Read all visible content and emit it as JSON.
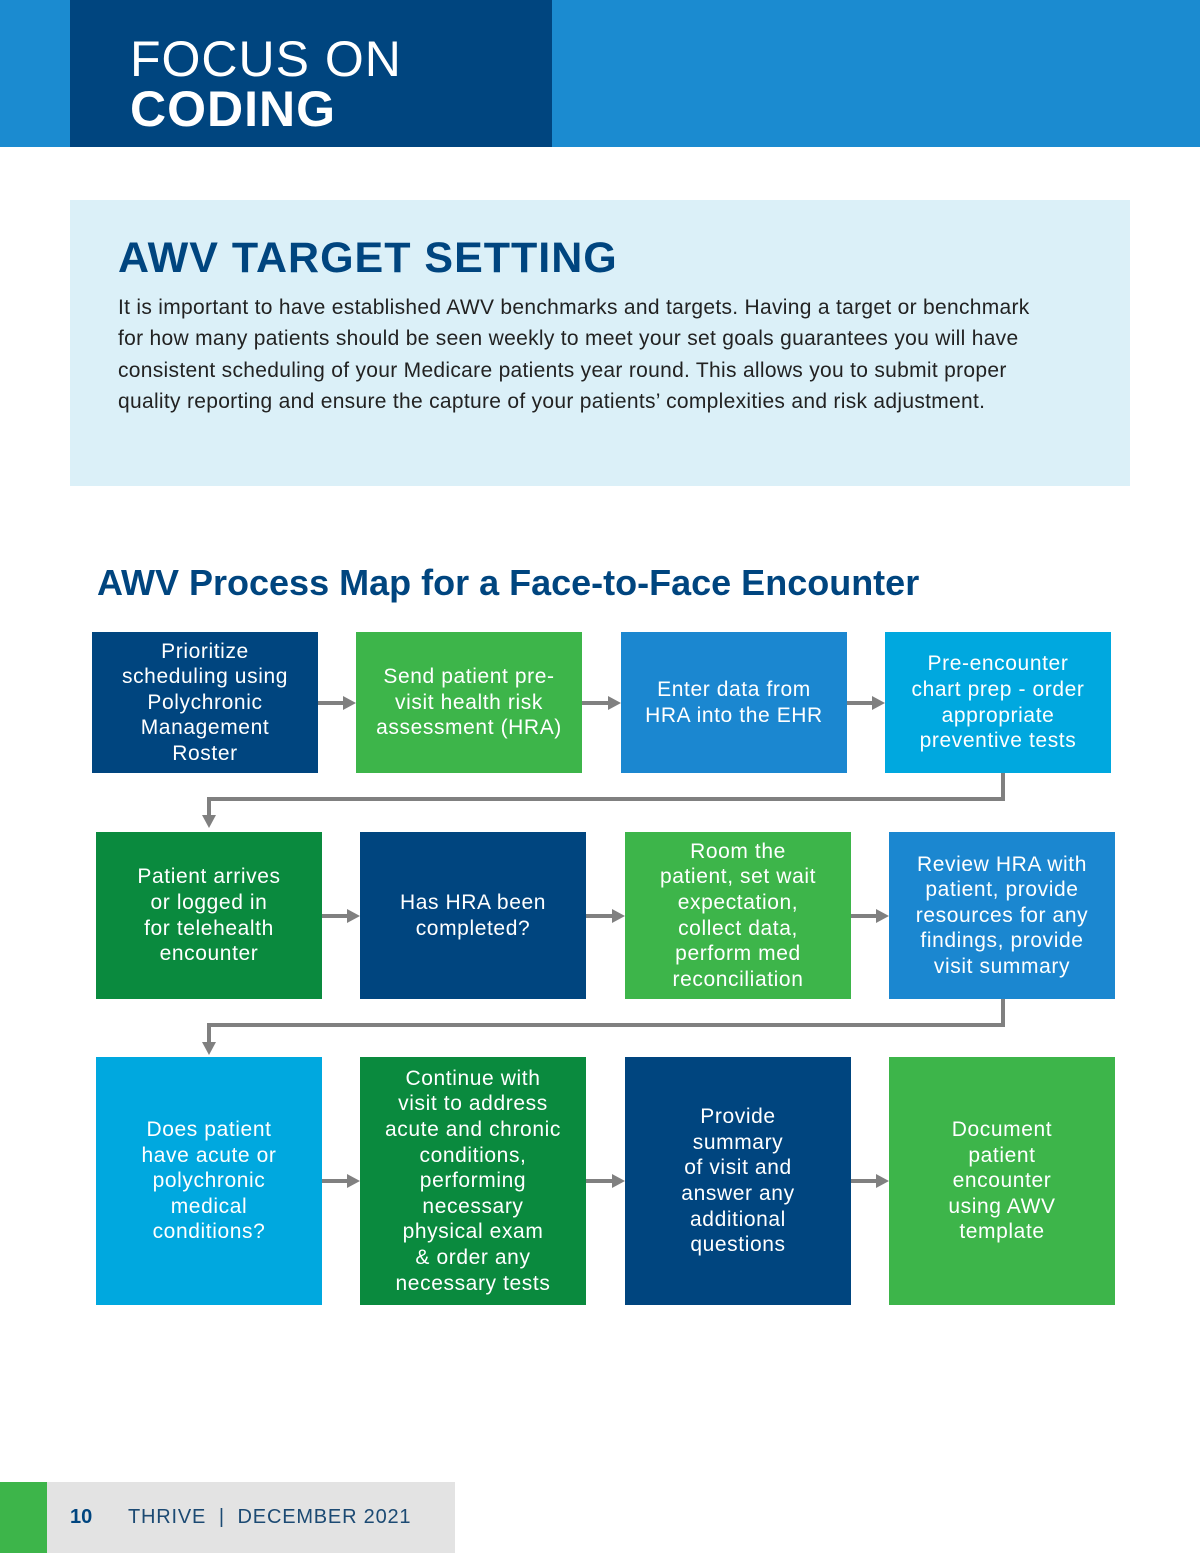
{
  "header": {
    "line1": "FOCUS ON",
    "line2": "CODING"
  },
  "intro": {
    "title": "AWV TARGET SETTING",
    "body": "It is important to have established AWV benchmarks and targets. Having a target or benchmark for how many patients should be seen weekly to meet your set goals guarantees you will have consistent scheduling of your Medicare patients year round. This allows you to submit proper quality reporting and ensure the capture of your patients’ complexities and risk adjustment."
  },
  "process_map": {
    "title": "AWV Process Map for a Face-to-Face Encounter",
    "steps": [
      {
        "text": "Prioritize\nscheduling using\nPolychronic\nManagement\nRoster",
        "color": "#00457f"
      },
      {
        "text": "Send patient pre-\nvisit health risk\nassessment (HRA)",
        "color": "#3db54a"
      },
      {
        "text": "Enter data from\nHRA into the EHR",
        "color": "#1b87d0"
      },
      {
        "text": "Pre-encounter\nchart prep - order\nappropriate\npreventive tests",
        "color": "#00a8df"
      },
      {
        "text": "Patient arrives\nor logged in\nfor telehealth\nencounter",
        "color": "#0a8a3e"
      },
      {
        "text": "Has HRA been\ncompleted?",
        "color": "#00457f"
      },
      {
        "text": "Room the\npatient, set wait\nexpectation,\ncollect data,\nperform med\nreconciliation",
        "color": "#3db54a"
      },
      {
        "text": "Review HRA with\npatient, provide\nresources for any\nfindings, provide\nvisit summary",
        "color": "#1b87d0"
      },
      {
        "text": "Does patient\nhave acute or\npolychronic\nmedical\nconditions?",
        "color": "#00a8df"
      },
      {
        "text": "Continue with\nvisit to address\nacute and chronic\nconditions,\nperforming\nnecessary\nphysical exam\n& order any\nnecessary tests",
        "color": "#0a8a3e"
      },
      {
        "text": "Provide\nsummary\nof visit and\nanswer any\nadditional\nquestions",
        "color": "#00457f"
      },
      {
        "text": "Document\npatient\nencounter\nusing AWV\ntemplate",
        "color": "#3db54a"
      }
    ]
  },
  "footer": {
    "page": "10",
    "publication": "THRIVE  |  DECEMBER 2021"
  }
}
